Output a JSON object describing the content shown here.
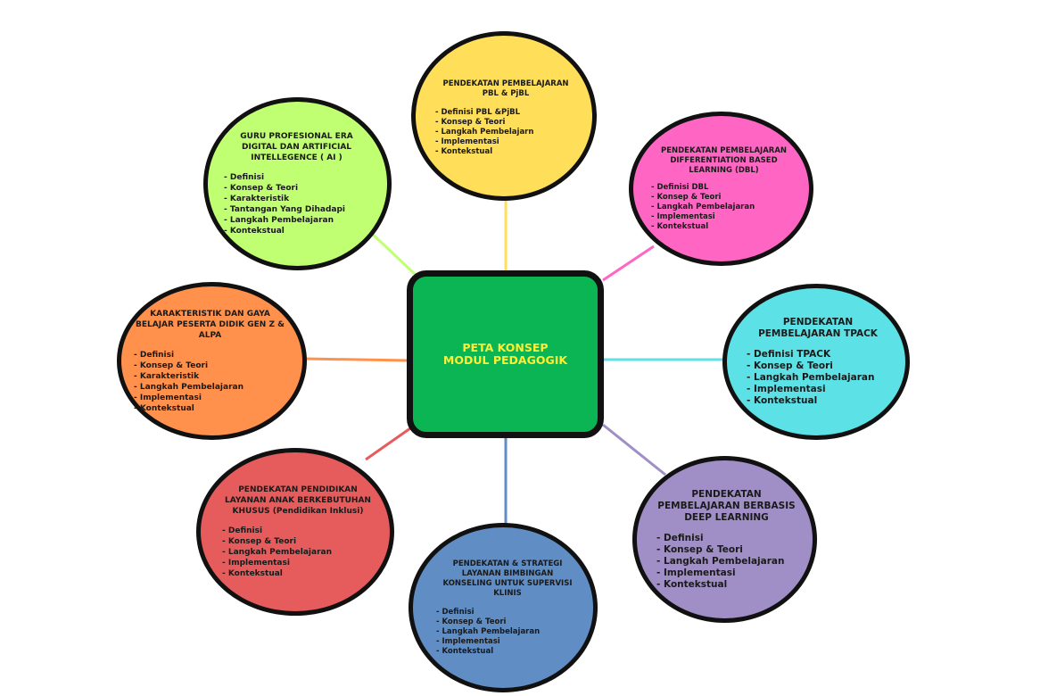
{
  "center": {
    "line1": "PETA KONSEP",
    "line2": "MODUL PEDAGOGIK",
    "fill": "#0bb553",
    "text_color": "#ffee33"
  },
  "nodes": [
    {
      "id": "pbl",
      "title": "PENDEKATAN PEMBELAJARAN PBL & PjBL",
      "color": "#ffde59",
      "items": [
        "- Definisi PBL &PjBL",
        "- Konsep & Teori",
        "- Langkah Pembelajarn",
        "- Implementasi",
        "- Kontekstual"
      ]
    },
    {
      "id": "guru",
      "title": "GURU PROFESIONAL ERA DIGITAL DAN ARTIFICIAL INTELLEGENCE ( AI )",
      "color": "#c1ff72",
      "items": [
        "- Definisi",
        "- Konsep & Teori",
        "- Karakteristik",
        "- Tantangan Yang Dihadapi",
        "- Langkah Pembelajaran",
        "- Kontekstual"
      ]
    },
    {
      "id": "dbl",
      "title": "PENDEKATAN PEMBELAJARAN DIFFERENTIATION BASED LEARNING (DBL)",
      "color": "#ff66c4",
      "items": [
        "- Definisi DBL",
        "- Konsep & Teori",
        "- Langkah Pembelajaran",
        "- Implementasi",
        "- Kontekstual"
      ]
    },
    {
      "id": "kar",
      "title": "KARAKTERISTIK DAN GAYA BELAJAR PESERTA DIDIK GEN Z & ALPA",
      "color": "#ff914d",
      "items": [
        "- Definisi",
        "- Konsep & Teori",
        "- Karakteristik",
        "- Langkah Pembelajaran",
        "- Implementasi",
        "- Kontekstual"
      ]
    },
    {
      "id": "tpack",
      "title": "PENDEKATAN PEMBELAJARAN TPACK",
      "color": "#5ce1e6",
      "items": [
        "- Definisi TPACK",
        "- Konsep & Teori",
        "- Langkah Pembelajaran",
        "- Implementasi",
        "- Kontekstual"
      ]
    },
    {
      "id": "inkl",
      "title": "PENDEKATAN PENDIDIKAN LAYANAN ANAK BERKEBUTUHAN KHUSUS (Pendidikan Inklusi)",
      "color": "#e65c5c",
      "items": [
        "- Definisi",
        "- Konsep & Teori",
        "- Langkah Pembelajaran",
        "- Implementasi",
        "- Kontekstual"
      ]
    },
    {
      "id": "deep",
      "title": "PENDEKATAN PEMBELAJARAN BERBASIS DEEP LEARNING",
      "color": "#a08fc6",
      "items": [
        "- Definisi",
        "- Konsep & Teori",
        "- Langkah Pembelajaran",
        "- Implementasi",
        "- Kontekstual"
      ]
    },
    {
      "id": "bk",
      "title": "PENDEKATAN & STRATEGI LAYANAN BIMBINGAN KONSELING UNTUK SUPERVISI KLINIS",
      "color": "#5f8dc4",
      "items": [
        "- Definisi",
        "- Konsep & Teori",
        "- Langkah Pembelajaran",
        "- Implementasi",
        "- Kontekstual"
      ]
    }
  ],
  "connector_colors": {
    "pbl": "#ffde59",
    "guru": "#c1ff72",
    "dbl": "#ff66c4",
    "kar": "#ff914d",
    "tpack": "#5ce1e6",
    "inkl": "#e65c5c",
    "deep": "#a08fc6",
    "bk": "#5f8dc4"
  }
}
